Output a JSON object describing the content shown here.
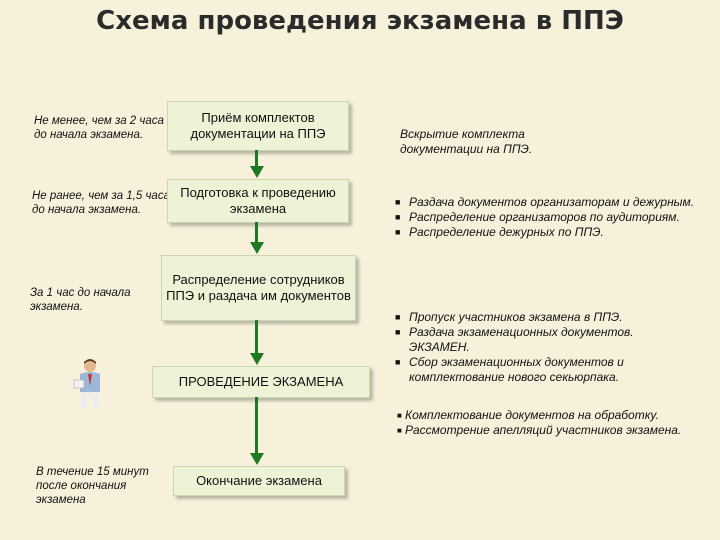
{
  "title": "Схема проведения экзамена в ППЭ",
  "left_notes": [
    "Не менее, чем за 2 часа до начала экзамена.",
    "Не ранее, чем за 1,5 часа до начала экзамена.",
    "За 1 час до начала экзамена.",
    "В течение 15 минут после окончания экзамена"
  ],
  "steps": [
    "Приём комплектов документации на ППЭ",
    "Подготовка к проведению экзамена",
    "Распределение сотрудников ППЭ и раздача им документов",
    "ПРОВЕДЕНИЕ ЭКЗАМЕНА",
    "Окончание экзамена"
  ],
  "right": {
    "opening": "Вскрытие комплекта документации на ППЭ.",
    "group1": [
      "Раздача документов организаторам и дежурным.",
      "Распределение организаторов по аудиториям.",
      "Распределение дежурных по ППЭ."
    ],
    "group2": [
      "Пропуск участников экзамена в ППЭ.",
      "Раздача экзаменационных документов. ЭКЗАМЕН.",
      "Сбор экзаменационных документов и комплектование нового секьюрпака."
    ],
    "group3": [
      "Комплектование документов на обработку.",
      "Рассмотрение апелляций участников экзамена."
    ]
  },
  "colors": {
    "background": "#f7f1dc",
    "box": "#edf3d6",
    "arrow": "#1e7a22"
  }
}
